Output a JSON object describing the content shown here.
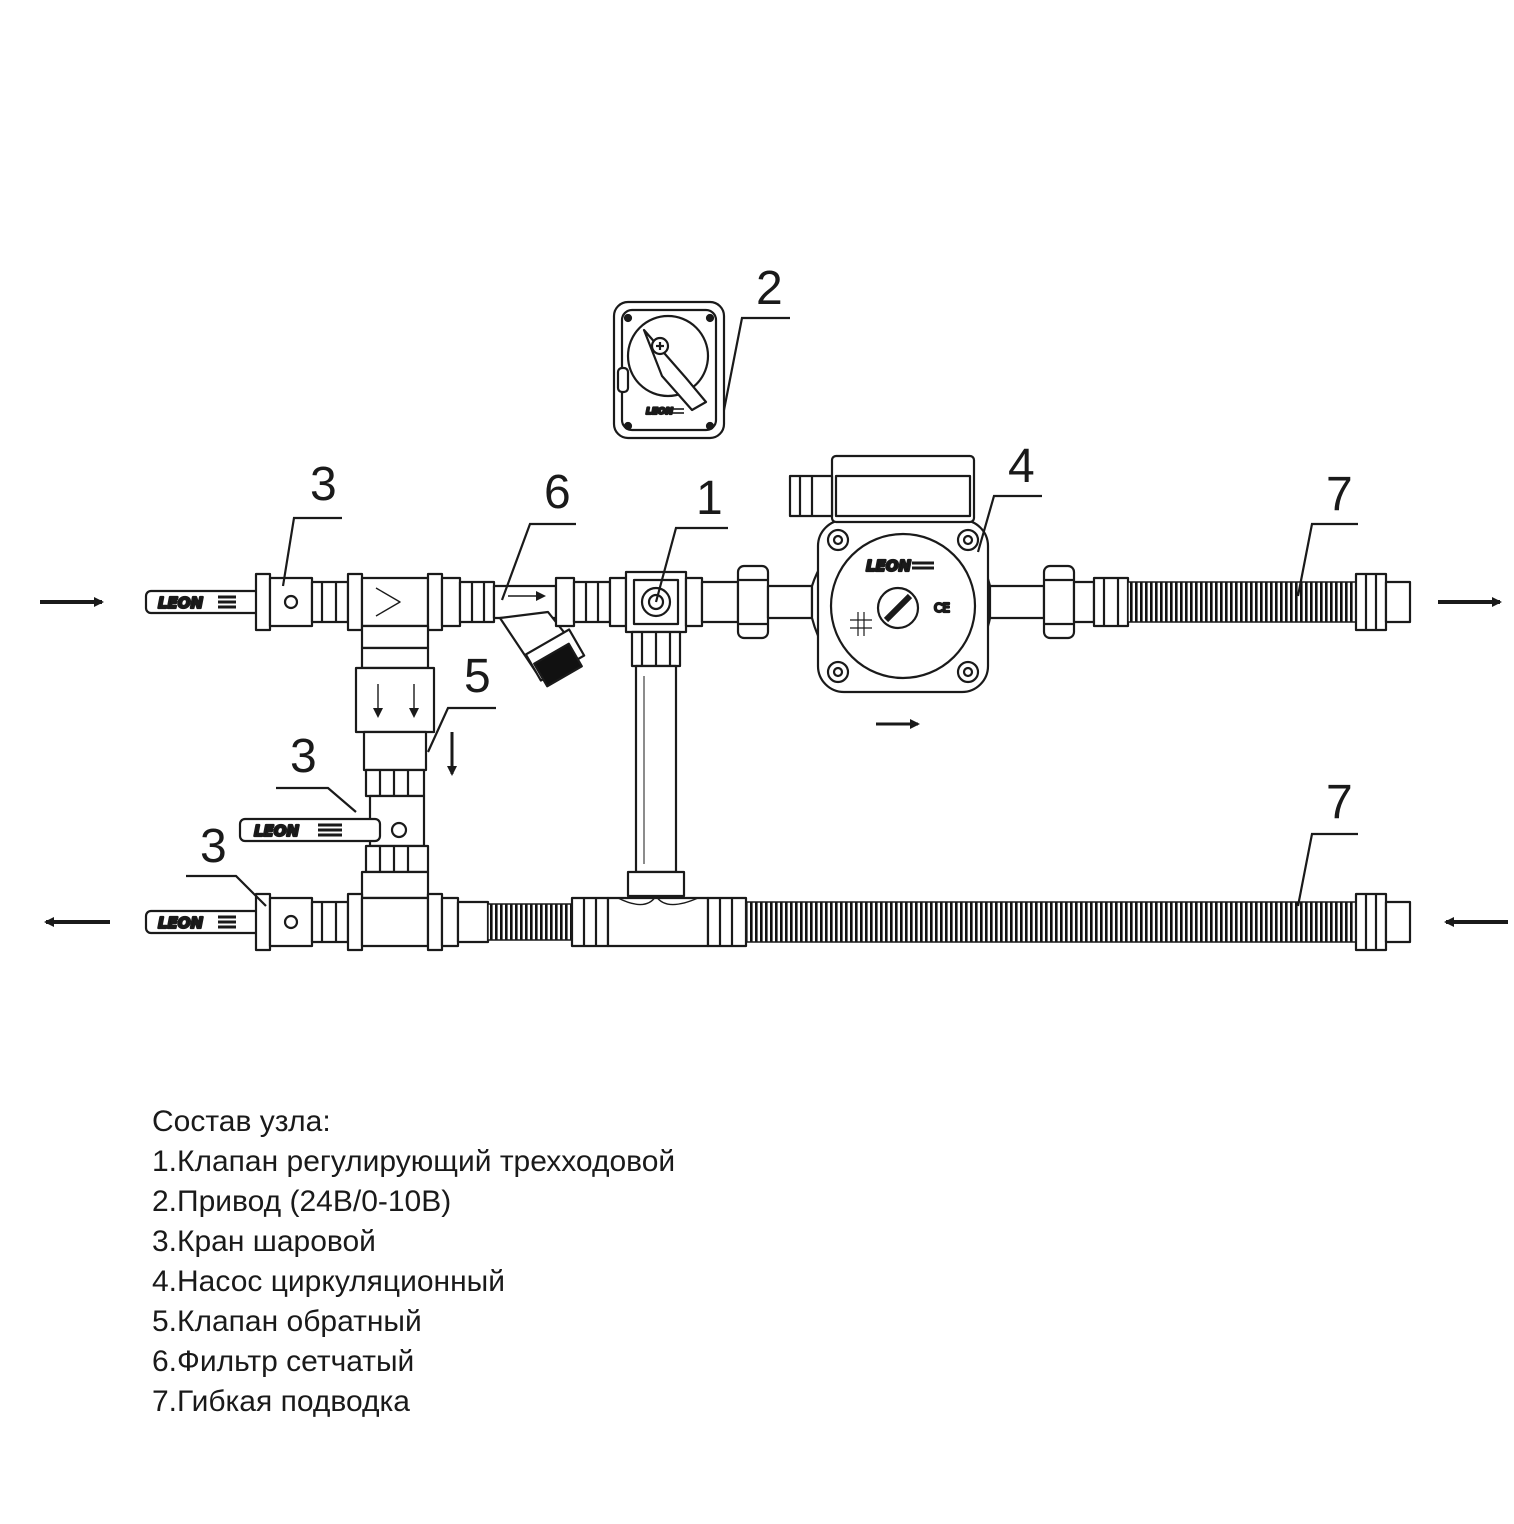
{
  "callouts": {
    "c1": "1",
    "c2": "2",
    "c3a": "3",
    "c3b": "3",
    "c3c": "3",
    "c4": "4",
    "c5": "5",
    "c6": "6",
    "c7a": "7",
    "c7b": "7"
  },
  "brand": {
    "valve_logo": "LEON",
    "pump_logo": "LEON",
    "actuator_logo": "LEON",
    "pump_mark": "CE"
  },
  "legend": {
    "title": "Состав узла:",
    "items": [
      "1.Клапан регулирующий трехходовой",
      "2.Привод (24В/0-10В)",
      "3.Кран шаровой",
      "4.Насос циркуляционный",
      "5.Клапан обратный",
      "6.Фильтр сетчатый",
      "7.Гибкая подводка"
    ]
  },
  "icons": [
    "arrow-right-icon",
    "arrow-left-icon",
    "arrow-down-icon"
  ],
  "colors": {
    "line": "#1a1a1a",
    "fill": "#ffffff",
    "corrugation": "#111111"
  }
}
